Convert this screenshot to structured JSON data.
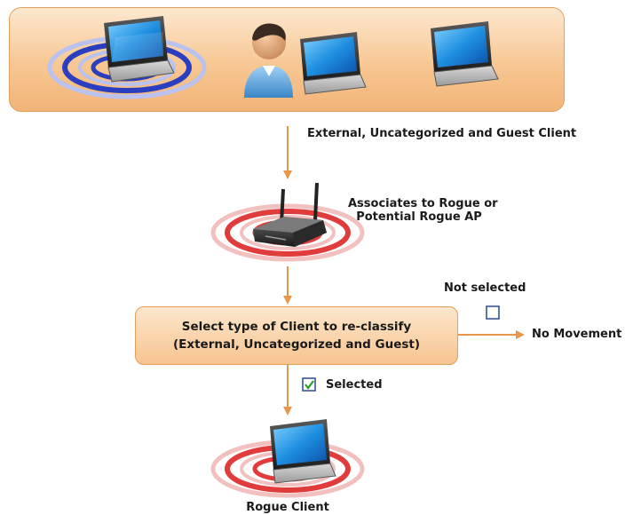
{
  "labels": {
    "client_types": "External, Uncategorized and Guest Client",
    "associates_line1": "Associates to Rogue or",
    "associates_line2": "Potential Rogue AP",
    "decision_line1": "Select type of Client to re-classify",
    "decision_line2": "(External, Uncategorized and Guest)",
    "not_selected": "Not selected",
    "no_movement": "No Movement",
    "selected": "Selected",
    "rogue_client": "Rogue Client"
  },
  "colors": {
    "arrow": "#e8964a",
    "box_fill": "#f7c793",
    "box_border": "#e0a15c",
    "ring_red": "#e03c3c",
    "ring_blue": "#2a3fbf",
    "checkbox_border": "#2a4b8c",
    "check_mark": "#2e9a2e"
  }
}
